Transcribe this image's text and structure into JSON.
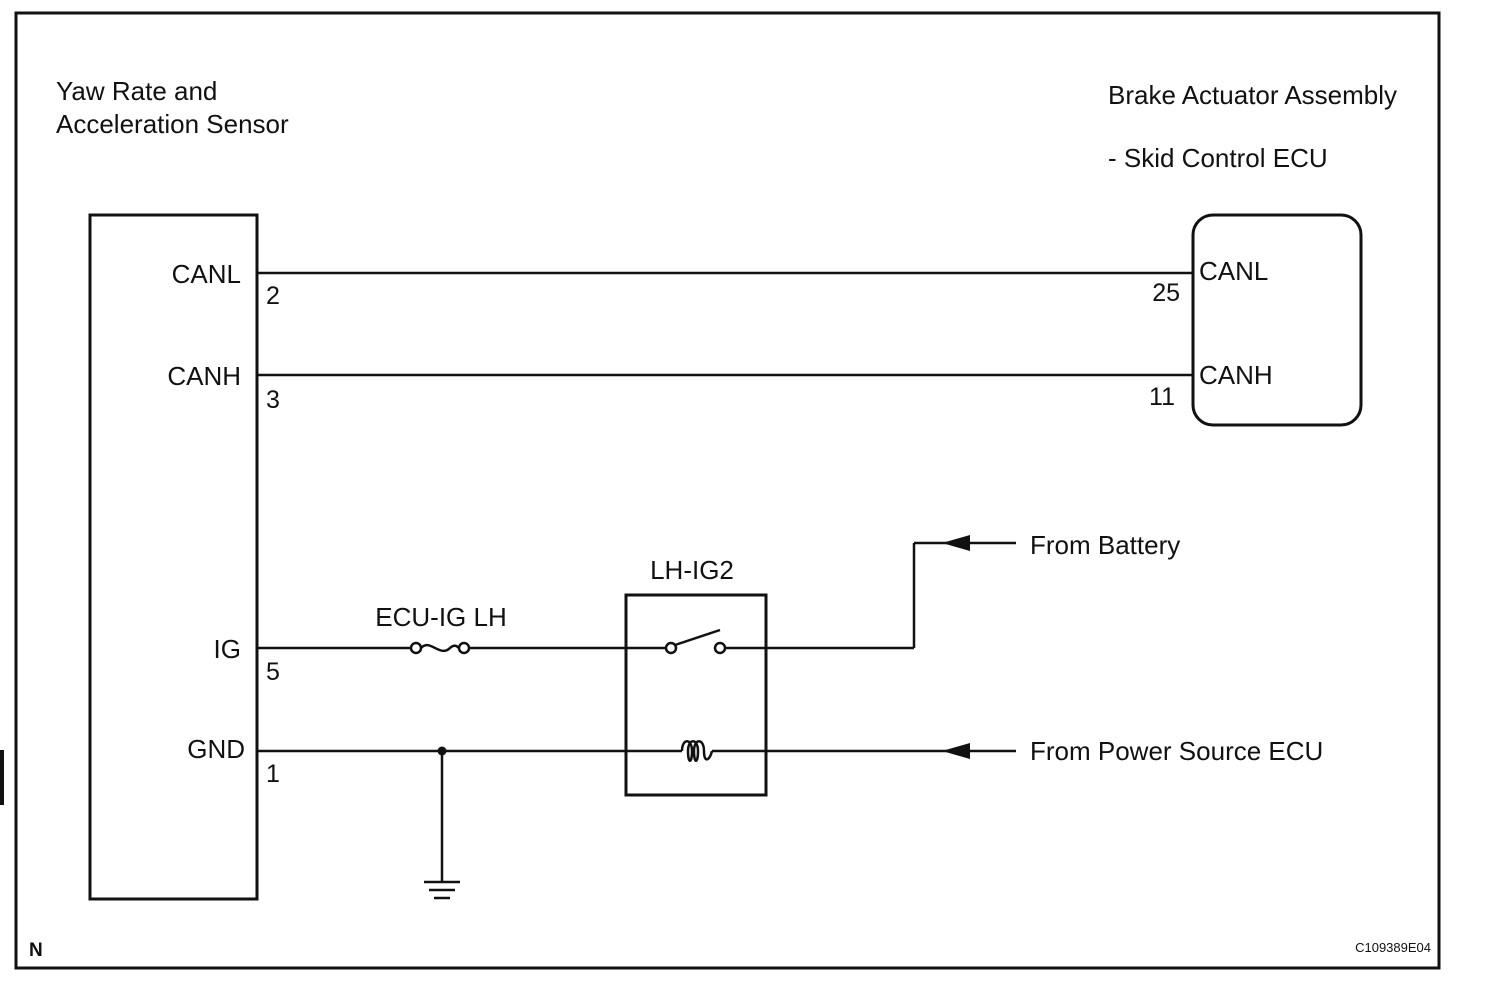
{
  "sensor": {
    "title_line1": "Yaw Rate and",
    "title_line2": "Acceleration Sensor",
    "pins": [
      {
        "name": "CANL",
        "number": "2"
      },
      {
        "name": "CANH",
        "number": "3"
      },
      {
        "name": "IG",
        "number": "5"
      },
      {
        "name": "GND",
        "number": "1"
      }
    ]
  },
  "ecu": {
    "title_line1": "Brake Actuator Assembly",
    "title_line2": "- Skid Control ECU",
    "pins": [
      {
        "name": "CANL",
        "number": "25"
      },
      {
        "name": "CANH",
        "number": "11"
      }
    ]
  },
  "fuse": {
    "label": "ECU-IG LH"
  },
  "relay": {
    "label": "LH-IG2"
  },
  "sources": {
    "battery": "From Battery",
    "power_source_ecu": "From Power Source ECU"
  },
  "footer": {
    "left_mark": "N",
    "figure_code": "C109389E04"
  }
}
